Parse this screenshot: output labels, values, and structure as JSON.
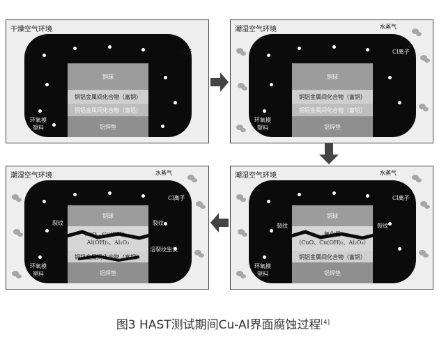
{
  "panels": [
    {
      "env": "干燥空气环境",
      "mold_label": [
        "环氧模",
        "塑料"
      ],
      "cu": "铜球",
      "imc_cu": "铜铝金属间化合物（富铜）",
      "imc_al": "铜铝金属间化合物（富铝）",
      "al": "铝焊垫",
      "cl": "Cl离子"
    },
    {
      "env": "潮湿空气环境",
      "vapor": "水蒸气",
      "cl": "Cl离子",
      "mold_label": [
        "环氧模",
        "塑料"
      ],
      "cu": "铜球",
      "imc_cu": "铜铝金属间化合物（富铜）",
      "imc_al": "铜铝金属间化合物（富铝）",
      "al": "铝焊垫"
    },
    {
      "env": "潮湿空气环境",
      "vapor": "水蒸气",
      "cl": "Cl离子",
      "mold_label": [
        "环氧模",
        "塑料"
      ],
      "cu": "铜球",
      "crack": "裂纹",
      "oxide_title": "氧化层",
      "oxide_formula": "（CuO、Cu(OH)₂、Al₂O₃）",
      "imc_cu": "铜铝金属间化合物（富铜）",
      "al": "铝焊垫"
    },
    {
      "env": "潮湿空气环境",
      "vapor": "水蒸气",
      "cl": "Cl离子",
      "mold_label": [
        "环氧模",
        "塑料"
      ],
      "cu": "铜球",
      "crack": "裂纹",
      "oxide_l1": "CuO、Cu(OH)₂、",
      "oxide_l2": "Al(OH)₃、Al₂O₃",
      "imc_cu": "铜铝金属间化合物（富铜）",
      "crack_grow": "沿裂纹生长",
      "al": "铝焊垫"
    }
  ],
  "caption": {
    "text": "图3 HAST测试期间Cu-Al界面腐蚀过程",
    "ref": "[4]"
  }
}
